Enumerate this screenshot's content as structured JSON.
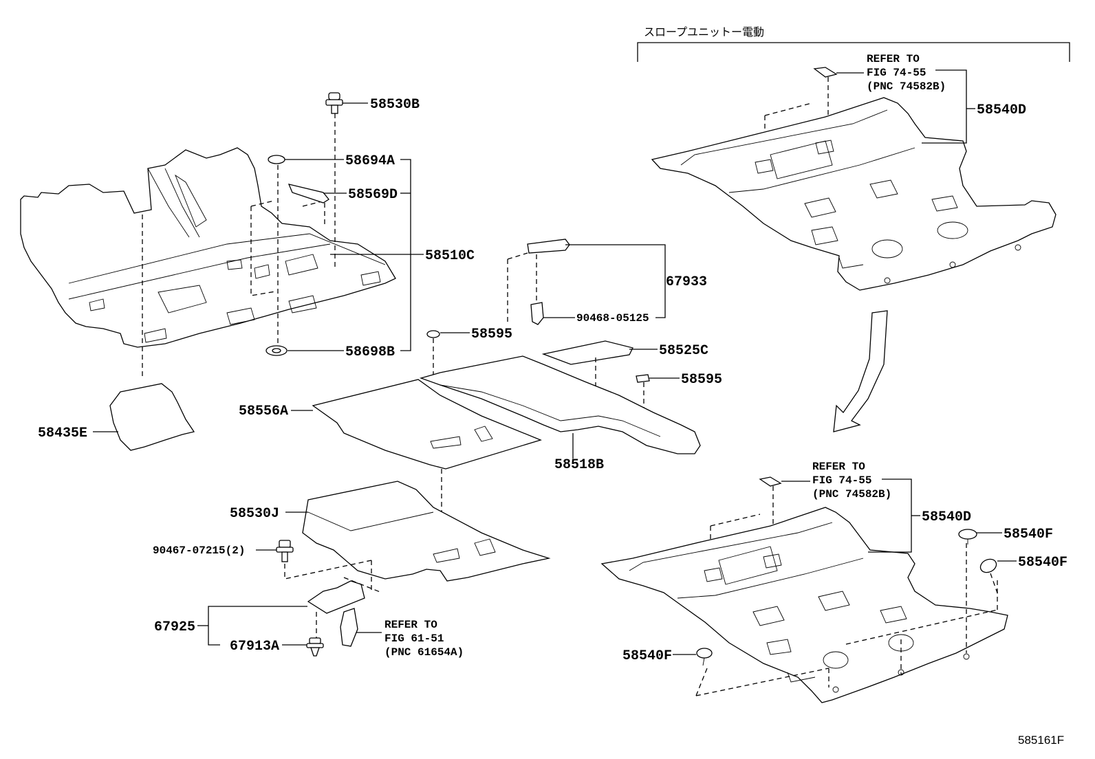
{
  "header": {
    "variant_note": "スロープユニットー電動"
  },
  "callouts": {
    "p58530B": "58530B",
    "p58694A": "58694A",
    "p58569D": "58569D",
    "p58510C": "58510C",
    "p58698B": "58698B",
    "p58435E": "58435E",
    "p67933": "67933",
    "p90468_05125": "90468-05125",
    "p58595_a": "58595",
    "p58525C": "58525C",
    "p58595_b": "58595",
    "p58556A": "58556A",
    "p58518B": "58518B",
    "p58530J": "58530J",
    "p90467_07215": "90467-07215(2)",
    "p67925": "67925",
    "p67913A": "67913A",
    "p58540D_top": "58540D",
    "p58540D_bottom": "58540D",
    "p58540F_1": "58540F",
    "p58540F_2": "58540F",
    "p58540F_3": "58540F"
  },
  "references": {
    "ref_top": {
      "line1": "REFER TO",
      "line2": "FIG 74-55",
      "line3": "(PNC 74582B)"
    },
    "ref_mid": {
      "line1": "REFER TO",
      "line2": "FIG 74-55",
      "line3": "(PNC 74582B)"
    },
    "ref_bottom": {
      "line1": "REFER TO",
      "line2": "FIG 61-51",
      "line3": "(PNC 61654A)"
    }
  },
  "footer": {
    "figure_id": "585161F"
  },
  "icons": [
    "flow-arrow-icon"
  ]
}
